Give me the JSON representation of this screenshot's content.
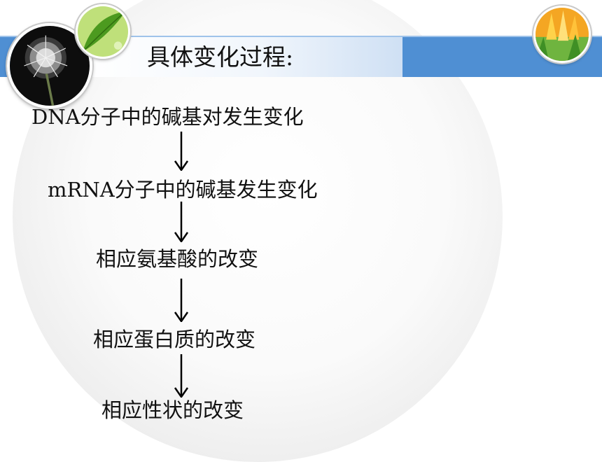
{
  "slide": {
    "title": "具体变化过程:",
    "steps": [
      "DNA分子中的碱基对发生变化",
      "mRNA分子中的碱基发生变化",
      "相应氨基酸的改变",
      "相应蛋白质的改变",
      "相应性状的改变"
    ]
  },
  "icons": {
    "logo_left": "dandelion-photo-icon",
    "logo_middle": "green-leaf-photo-icon",
    "logo_right": "orange-flower-photo-icon",
    "flow_arrow": "arrow-down-icon"
  },
  "colors": {
    "header_band": "#4f8fd3",
    "text": "#111111"
  }
}
